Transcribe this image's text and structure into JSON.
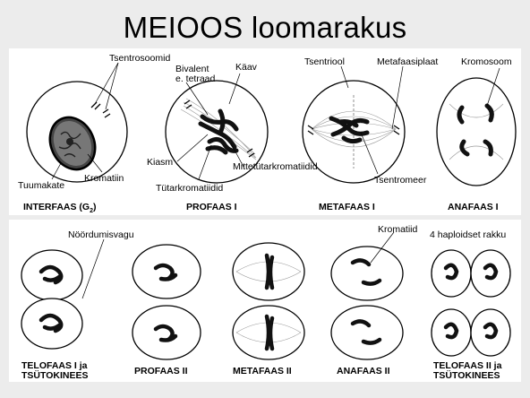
{
  "slide": {
    "title": "MEIOOS loomarakus"
  },
  "top_row": {
    "stages": [
      "INTERFAAS (G",
      "2",
      ")",
      "PROFAAS I",
      "METAFAAS I",
      "ANAFAAS I"
    ],
    "labels": {
      "tsentrosoomid": "Tsentrosoomid",
      "tuumakate": "Tuumakate",
      "kromatiin": "Kromatiin",
      "bivalent": "Bivalent",
      "tetraad": "e. tetraad",
      "kaav": "Käav",
      "kiasm": "Kiasm",
      "tutarkromatiidid": "Tütarkromatiidid",
      "mittetutarkromatiidid": "Mittetütarkromatiidid",
      "tsentriool": "Tsentriool",
      "metafaasiplaat": "Metafaasiplaat",
      "tsentromeer": "Tsentromeer",
      "kromosoom": "Kromosoom"
    }
  },
  "bottom_row": {
    "stages": [
      [
        "TELOFAAS I ja",
        "TSÜTOKINEES"
      ],
      [
        "PROFAAS II"
      ],
      [
        "METAFAAS II"
      ],
      [
        "ANAFAAS II"
      ],
      [
        "TELOFAAS II ja",
        "TSÜTOKINEES"
      ]
    ],
    "labels": {
      "noordumisvagu": "Nöördumisvagu",
      "kromatiid": "Kromatiid",
      "haploid": "4 haploidset rakku"
    }
  }
}
